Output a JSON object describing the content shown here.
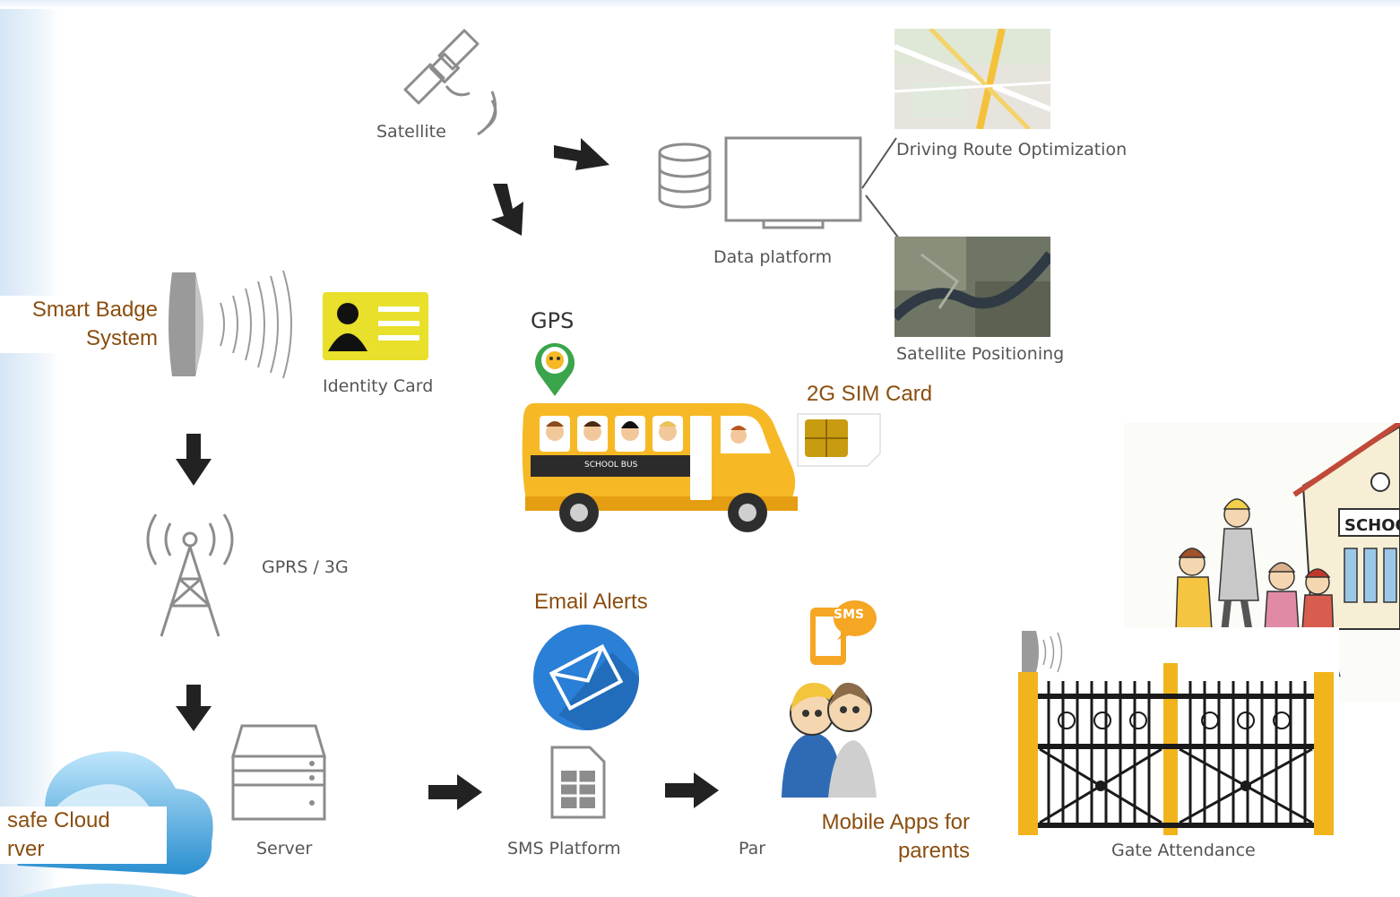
{
  "labels": {
    "satellite": "Satellite",
    "data_platform": "Data platform",
    "driving_route": "Driving Route Optimization",
    "satellite_positioning": "Satellite Positioning",
    "identity_card": "Identity Card",
    "gprs": "GPRS / 3G",
    "server": "Server",
    "sms_platform": "SMS Platform",
    "parents_partial": "Par",
    "gate_attendance": "Gate Attendance",
    "gps": "GPS",
    "school_bus": "SCHOOL BUS",
    "sms_badge": "SMS",
    "school_sign": "SCHOO"
  },
  "callouts": {
    "smart_badge_line1": "Smart Badge",
    "smart_badge_line2": "System",
    "sim_card": "2G SIM Card",
    "email_alerts": "Email Alerts",
    "cloud_line1": "safe Cloud",
    "cloud_line2": "rver",
    "mobile_apps_line1": "Mobile Apps for",
    "mobile_apps_line2": "parents"
  },
  "colors": {
    "callout_text": "#8a4e0f",
    "label_text": "#555555",
    "icon_gray": "#8c8c8c",
    "bus_yellow": "#f6b925",
    "id_card_yellow": "#e8e02a",
    "email_blue": "#2a7fd6",
    "phone_orange": "#f5a623",
    "gps_pin_green": "#3aa54a",
    "gate_black": "#1a1a1a",
    "gate_post_yellow": "#f2b41c"
  }
}
